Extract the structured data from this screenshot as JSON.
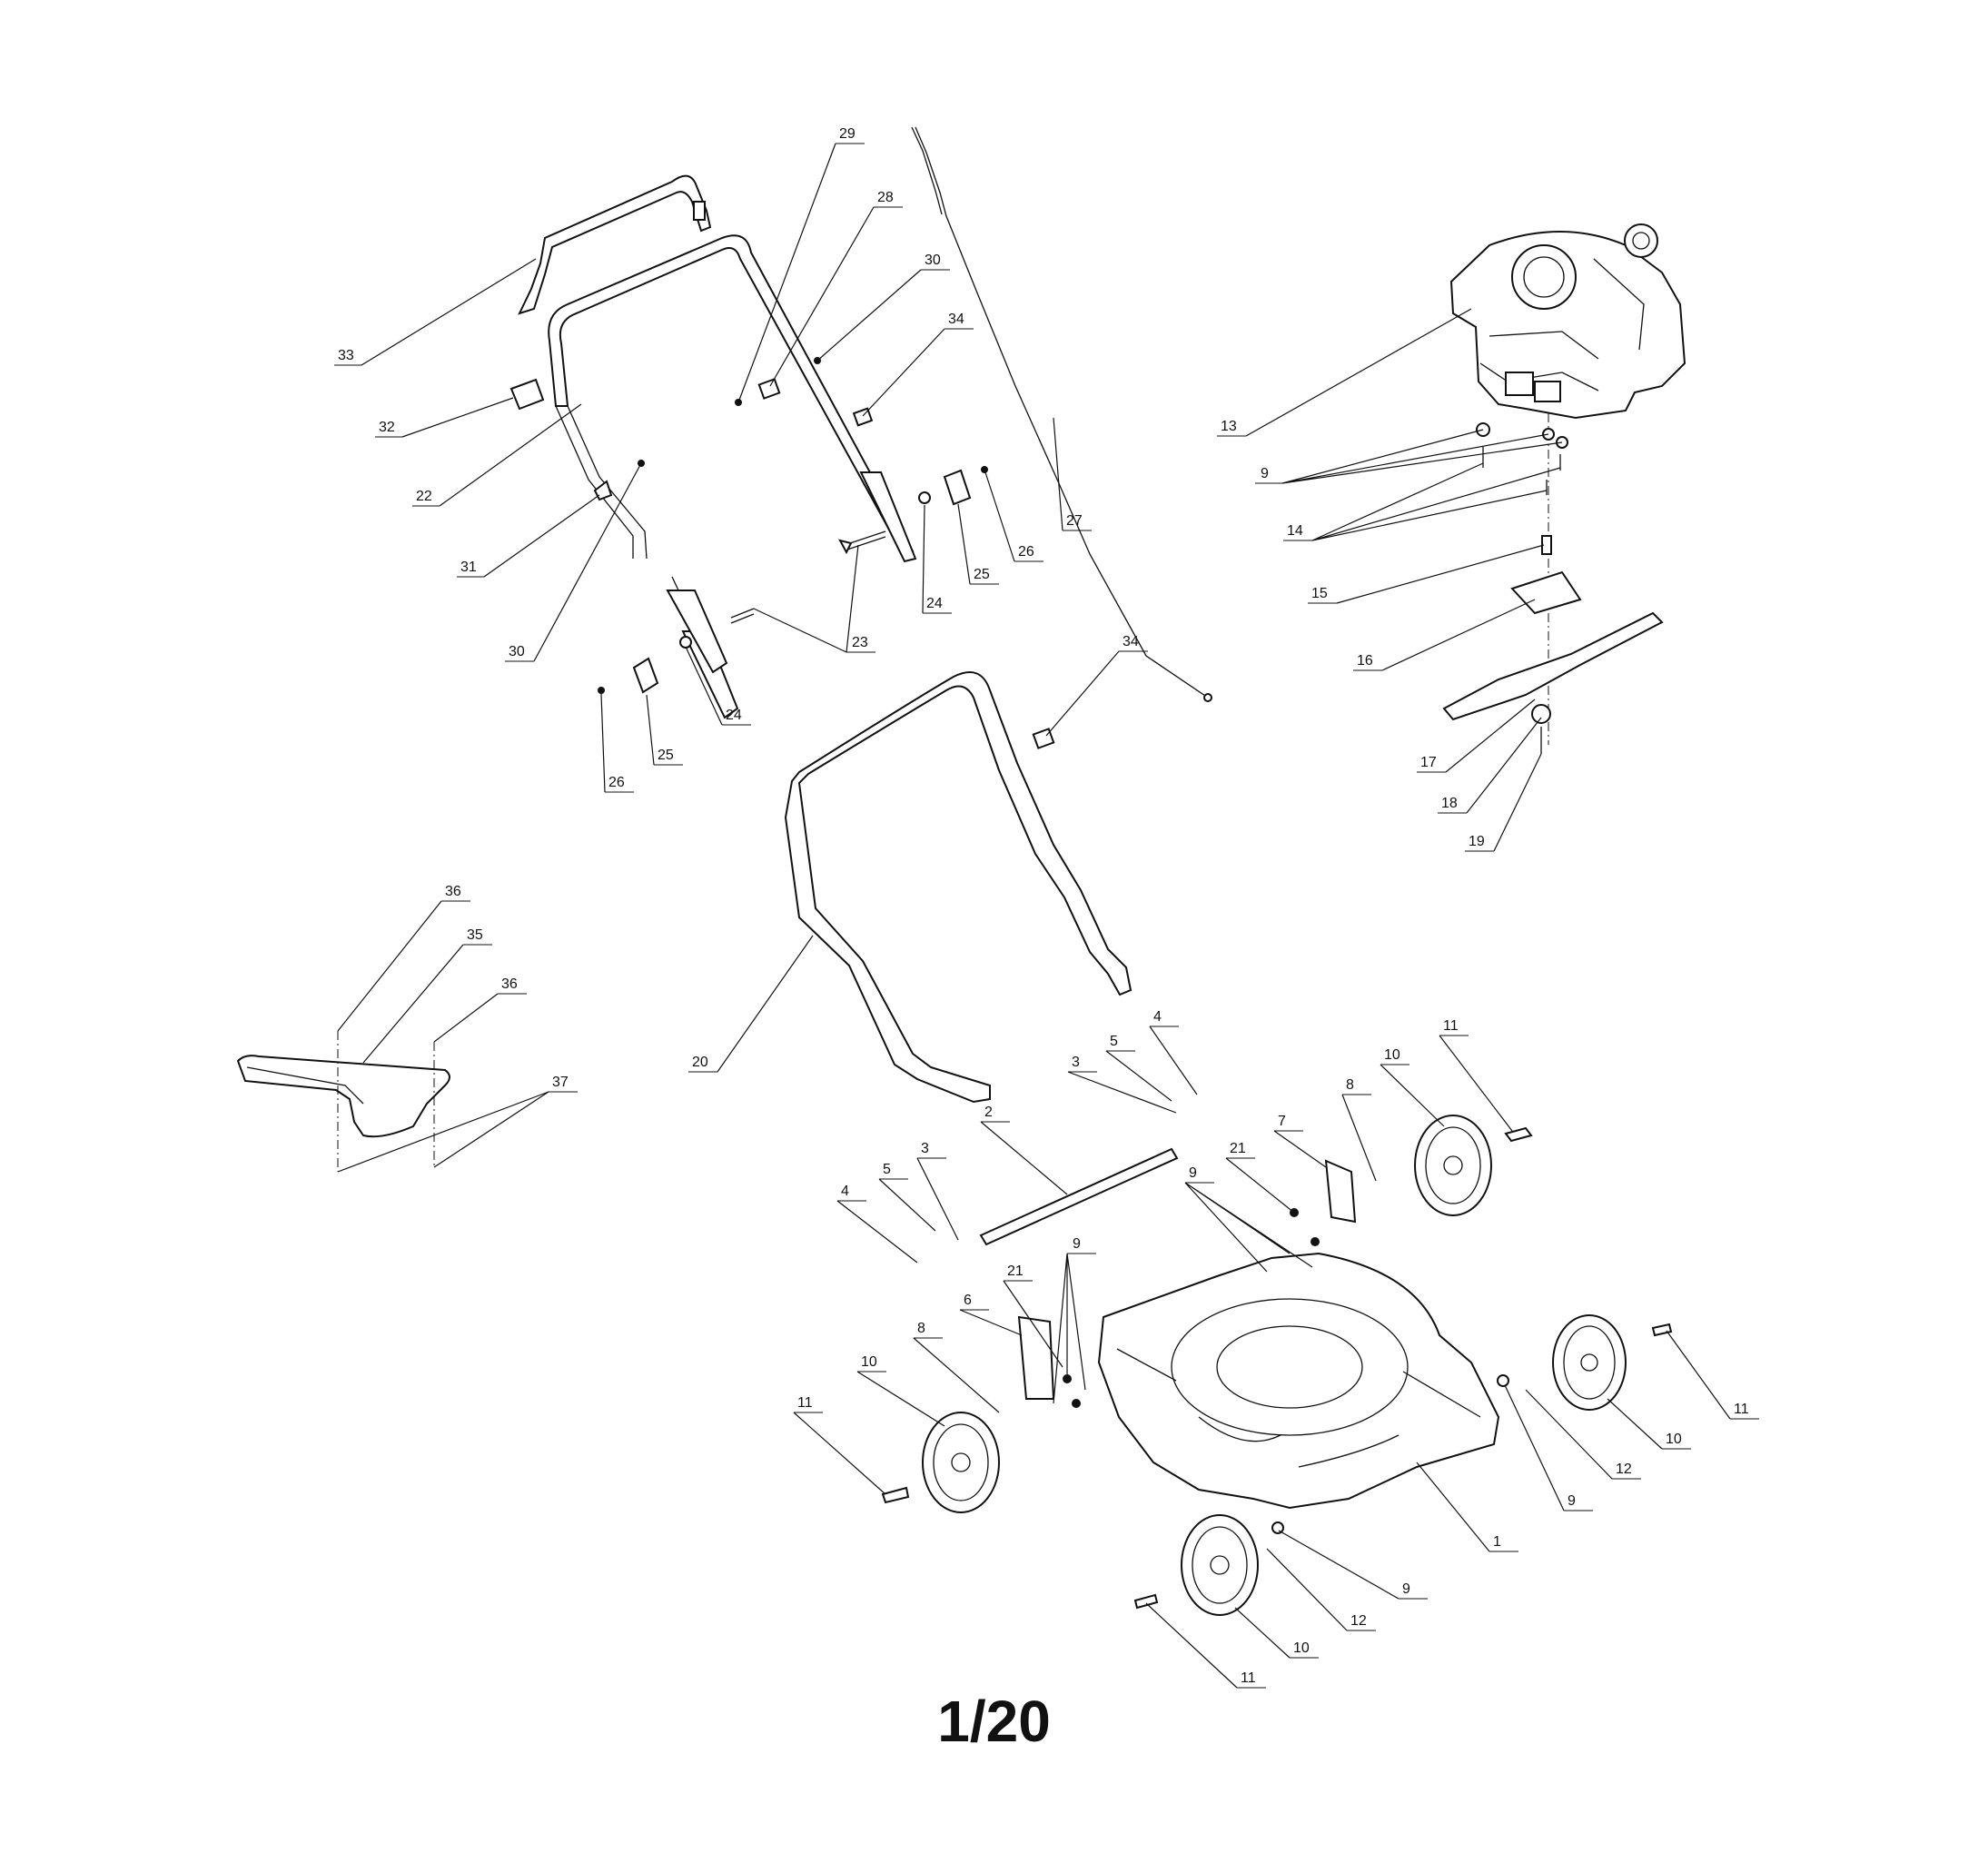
{
  "page_label": "1/20",
  "callouts": [
    {
      "id": "29",
      "label": "29"
    },
    {
      "id": "28",
      "label": "28"
    },
    {
      "id": "30a",
      "label": "30"
    },
    {
      "id": "34a",
      "label": "34"
    },
    {
      "id": "33",
      "label": "33"
    },
    {
      "id": "32",
      "label": "32"
    },
    {
      "id": "22",
      "label": "22"
    },
    {
      "id": "31",
      "label": "31"
    },
    {
      "id": "30b",
      "label": "30"
    },
    {
      "id": "27",
      "label": "27"
    },
    {
      "id": "26a",
      "label": "26"
    },
    {
      "id": "25a",
      "label": "25"
    },
    {
      "id": "24a",
      "label": "24"
    },
    {
      "id": "23",
      "label": "23"
    },
    {
      "id": "24b",
      "label": "24"
    },
    {
      "id": "25b",
      "label": "25"
    },
    {
      "id": "26b",
      "label": "26"
    },
    {
      "id": "34b",
      "label": "34"
    },
    {
      "id": "13",
      "label": "13"
    },
    {
      "id": "9a",
      "label": "9"
    },
    {
      "id": "14",
      "label": "14"
    },
    {
      "id": "15",
      "label": "15"
    },
    {
      "id": "16",
      "label": "16"
    },
    {
      "id": "17",
      "label": "17"
    },
    {
      "id": "18",
      "label": "18"
    },
    {
      "id": "19",
      "label": "19"
    },
    {
      "id": "36a",
      "label": "36"
    },
    {
      "id": "35",
      "label": "35"
    },
    {
      "id": "36b",
      "label": "36"
    },
    {
      "id": "37",
      "label": "37"
    },
    {
      "id": "20",
      "label": "20"
    },
    {
      "id": "4a",
      "label": "4"
    },
    {
      "id": "5a",
      "label": "5"
    },
    {
      "id": "3a",
      "label": "3"
    },
    {
      "id": "2",
      "label": "2"
    },
    {
      "id": "3b",
      "label": "3"
    },
    {
      "id": "5b",
      "label": "5"
    },
    {
      "id": "4b",
      "label": "4"
    },
    {
      "id": "8a",
      "label": "8"
    },
    {
      "id": "10a",
      "label": "10"
    },
    {
      "id": "11a",
      "label": "11"
    },
    {
      "id": "7",
      "label": "7"
    },
    {
      "id": "21a",
      "label": "21"
    },
    {
      "id": "9b",
      "label": "9"
    },
    {
      "id": "9c",
      "label": "9"
    },
    {
      "id": "21b",
      "label": "21"
    },
    {
      "id": "6",
      "label": "6"
    },
    {
      "id": "8b",
      "label": "8"
    },
    {
      "id": "10b",
      "label": "10"
    },
    {
      "id": "11b",
      "label": "11"
    },
    {
      "id": "11c",
      "label": "11"
    },
    {
      "id": "10c",
      "label": "10"
    },
    {
      "id": "12a",
      "label": "12"
    },
    {
      "id": "9d",
      "label": "9"
    },
    {
      "id": "1",
      "label": "1"
    },
    {
      "id": "9e",
      "label": "9"
    },
    {
      "id": "12b",
      "label": "12"
    },
    {
      "id": "10d",
      "label": "10"
    },
    {
      "id": "11d",
      "label": "11"
    }
  ]
}
